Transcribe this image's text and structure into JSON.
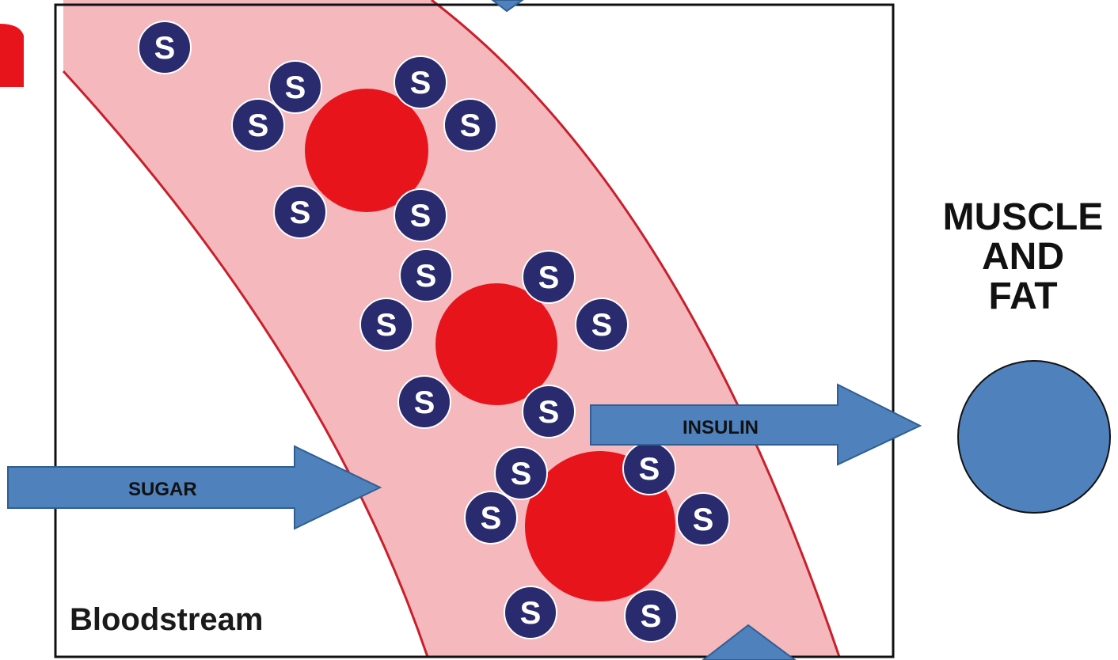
{
  "bloodstream_label": "Bloodstream",
  "sugar_label": "SUGAR",
  "insulin_label": "INSULIN",
  "muscle_fat_label": [
    "MUSCLE",
    "AND",
    "FAT"
  ],
  "sugar_molecule_letter": "S",
  "colors": {
    "vessel_fill": "#f4b8bd",
    "vessel_edge": "#c8202c",
    "blood_cell": "#e8141c",
    "sugar_molecule": "#2a2a6e",
    "arrow_fill": "#4f81bd",
    "arrow_edge": "#2f5f92",
    "cell_circle": "#4f81bd",
    "corner_mark": "#e8141c"
  }
}
